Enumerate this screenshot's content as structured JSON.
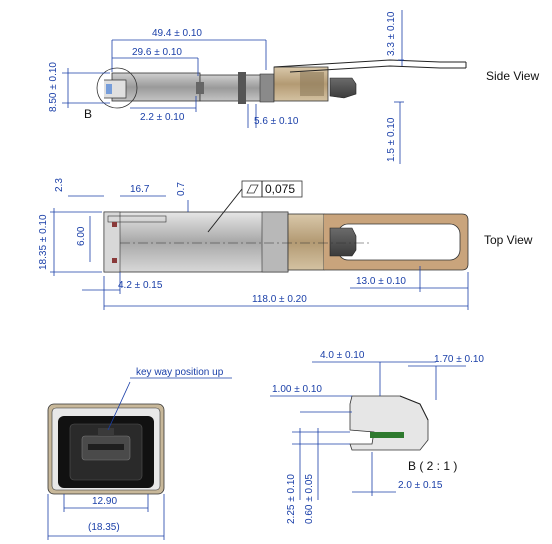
{
  "views": {
    "side": "Side View",
    "top": "Top View",
    "detail": "B ( 2 : 1 )",
    "detail_marker": "B"
  },
  "annotations": {
    "key_way": "key way position up",
    "flatness": "0,075"
  },
  "dims": {
    "d_49_4": "49.4 ± 0.10",
    "d_29_6": "29.6 ± 0.10",
    "d_3_3": "3.3 ± 0.10",
    "d_8_50": "8.50 ± 0.10",
    "d_2_2": "2.2 ± 0.10",
    "d_5_6": "5.6 ± 0.10",
    "d_1_5": "1.5 ± 0.10",
    "d_2_3": "2.3",
    "d_16_7": "16.7",
    "d_0_7": "0.7",
    "d_6_00": "6.00",
    "d_18_35": "18.35 ± 0.10",
    "d_4_2": "4.2 ± 0.15",
    "d_13_0": "13.0 ± 0.10",
    "d_118_0": "118.0 ± 0.20",
    "d_12_90": "12.90",
    "d_18_35_ref": "(18.35)",
    "d_4_0": "4.0 ± 0.10",
    "d_1_70": "1.70 ± 0.10",
    "d_1_00": "1.00 ± 0.10",
    "d_2_25": "2.25 ± 0.10",
    "d_0_60": "0.60 ± 0.05",
    "d_2_0": "2.0 ± 0.15"
  }
}
